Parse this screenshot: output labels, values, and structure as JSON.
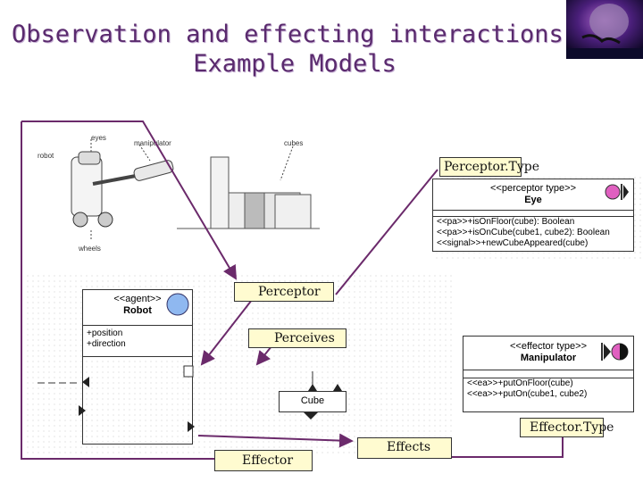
{
  "title": {
    "line1": "Observation and effecting interactions:",
    "line2": "Example Models"
  },
  "illustration": {
    "robot": "robot",
    "eyes": "eyes",
    "manipulator": "manipulator",
    "cubes": "cubes",
    "wheels": "wheels"
  },
  "labels": {
    "perceptor_type": "Perceptor.Type",
    "perceptor": "Perceptor",
    "perceives": "Perceives",
    "effector_type": "Effector.Type",
    "effector": "Effector",
    "effects": "Effects"
  },
  "eye_class": {
    "stereotype": "<<perceptor type>>",
    "name": "Eye",
    "ops": [
      "<<pa>>+isOnFloor(cube): Boolean",
      "<<pa>>+isOnCube(cube1, cube2): Boolean",
      "<<signal>>+newCubeAppeared(cube)"
    ]
  },
  "robot_class": {
    "stereotype": "<<agent>>",
    "name": "Robot",
    "attrs": [
      "+position",
      "+direction"
    ]
  },
  "manipulator_class": {
    "stereotype": "<<effector type>>",
    "name": "Manipulator",
    "ops": [
      "<<ea>>+putOnFloor(cube)",
      "<<ea>>+putOn(cube1, cube2)"
    ]
  },
  "cube_class": {
    "name": "Cube"
  },
  "colors": {
    "arrow": "#6b2a6b",
    "label_bg": "#fffbd0",
    "title": "#5a2a6e"
  }
}
